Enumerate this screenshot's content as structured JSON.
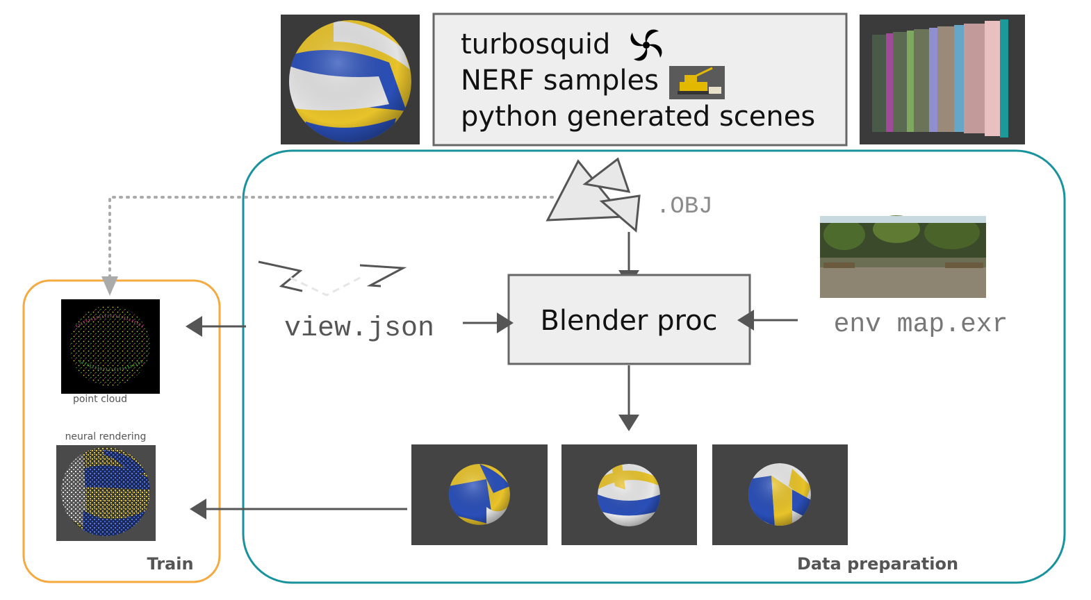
{
  "sources": {
    "lines": [
      "turbosquid",
      "NERF samples",
      "python generated scenes"
    ]
  },
  "nodes": {
    "obj_label": ".OBJ",
    "view_json_label": "view.json",
    "blender_label": "Blender proc",
    "env_map_label": "env map.exr"
  },
  "train_panel": {
    "title": "Train",
    "point_cloud_caption": "point cloud",
    "neural_rendering_caption": "neural rendering"
  },
  "data_prep_panel": {
    "title": "Data preparation"
  },
  "colors": {
    "train_border": "#f5a93f",
    "data_prep_border": "#18939e",
    "arrow": "#555555",
    "box_fill": "#eeeeee",
    "box_border": "#666666",
    "render_bg": "#444444",
    "ball_yellow": "#e8c32a",
    "ball_blue": "#2a4fb8",
    "ball_white": "#e8e8e8"
  },
  "icons": {
    "turbosquid": "turbosquid-logo-icon",
    "nerf": "nerf-lego-icon",
    "camera_left": "camera-frustum-icon",
    "camera_right": "camera-frustum-icon",
    "mesh": "triangle-mesh-icon"
  }
}
